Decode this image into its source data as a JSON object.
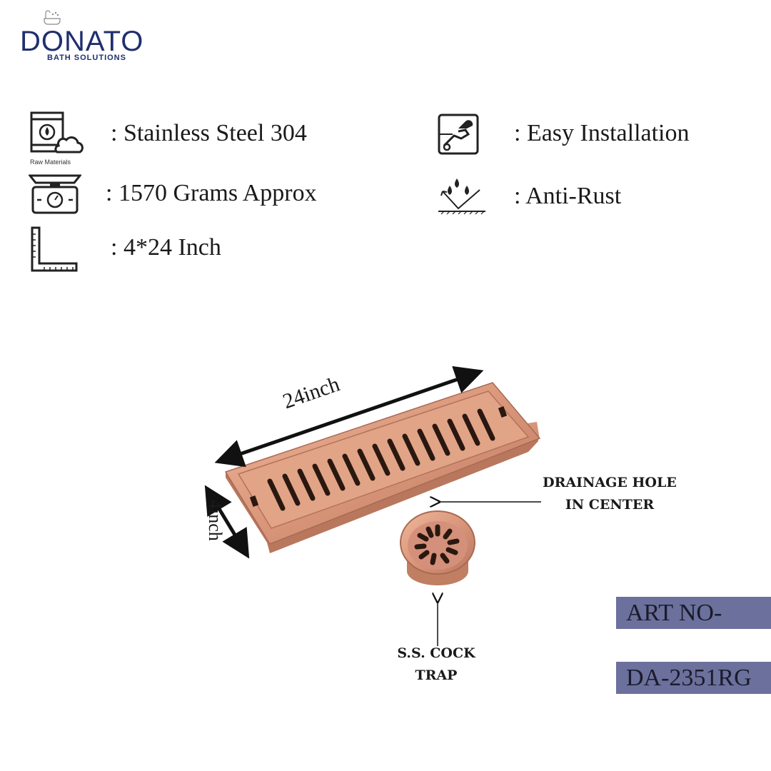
{
  "brand": {
    "name": "DONATO",
    "tagline": "BATH SOLUTIONS"
  },
  "features": {
    "material": {
      "icon": "raw-materials-icon",
      "caption": "Raw Materials",
      "text": ": Stainless Steel 304"
    },
    "weight": {
      "icon": "weighing-scale-icon",
      "text": ": 1570 Grams Approx"
    },
    "size": {
      "icon": "ruler-square-icon",
      "text": ": 4*24 Inch"
    },
    "installation": {
      "icon": "hand-wrench-icon",
      "text": ": Easy Installation"
    },
    "anti_rust": {
      "icon": "water-drops-icon",
      "text": ": Anti-Rust"
    }
  },
  "product": {
    "length_label": "24inch",
    "width_label": "4inch",
    "drainage_label_line1": "DRAINAGE HOLE",
    "drainage_label_line2": "IN CENTER",
    "trap_label_line1": "S.S. COCK",
    "trap_label_line2": "TRAP",
    "finish_color": "#d9967a"
  },
  "art": {
    "label": "ART NO-",
    "number": "DA-2351RG",
    "box_color": "#6b709c"
  }
}
